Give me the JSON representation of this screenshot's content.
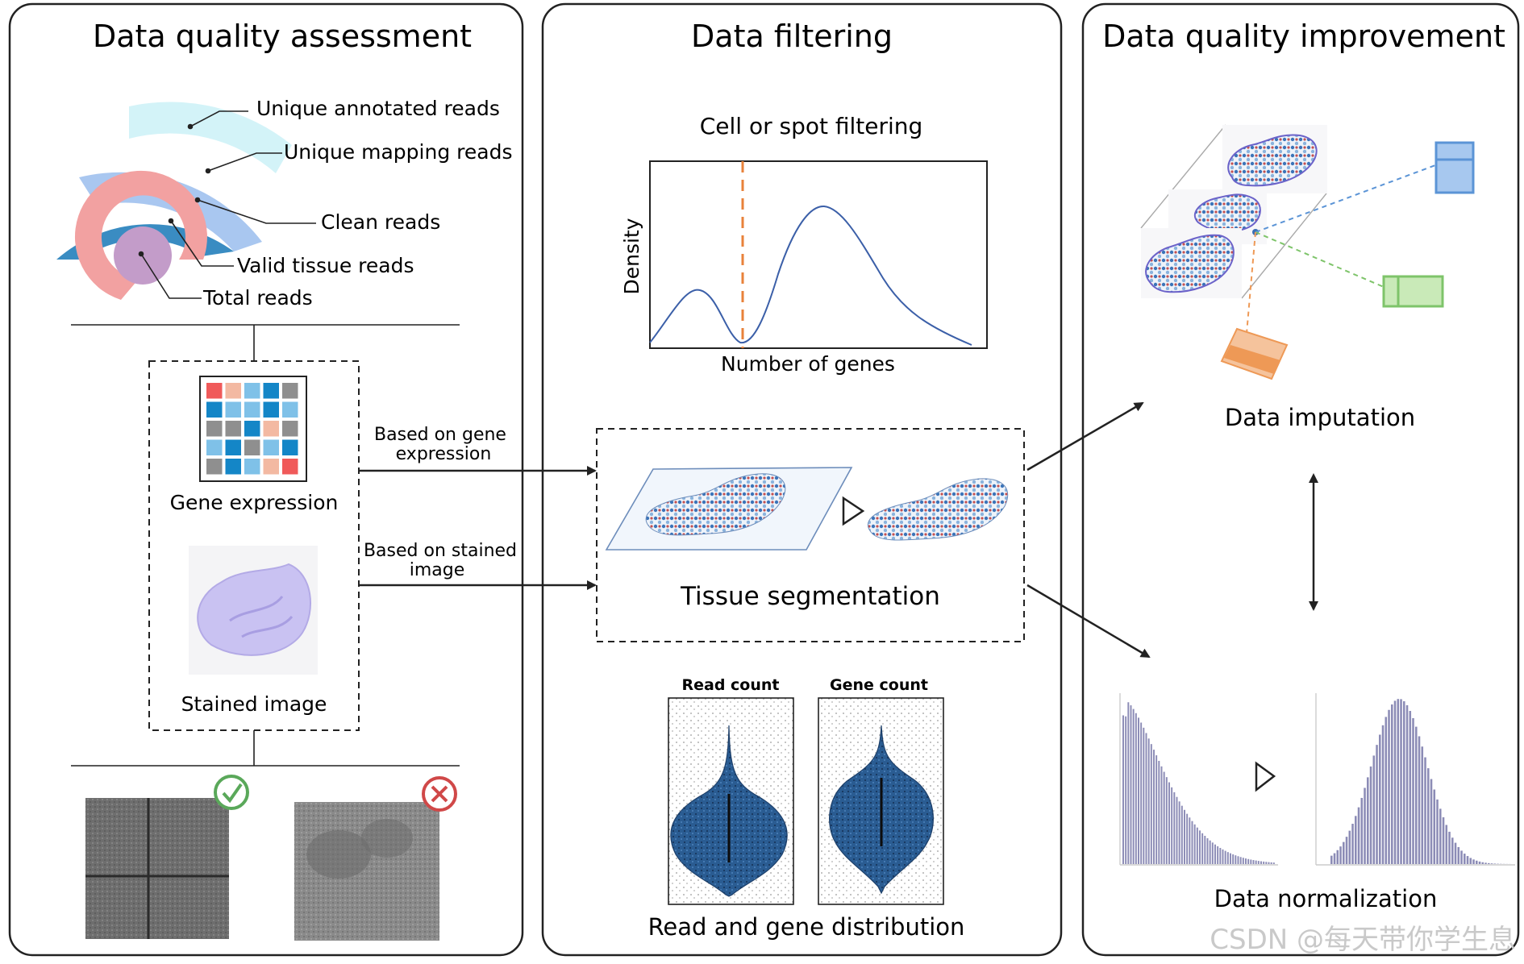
{
  "panels": {
    "assessment": {
      "title": "Data quality assessment",
      "reads": {
        "annotated": "Unique annotated reads",
        "mapping": "Unique mapping reads",
        "clean": "Clean reads",
        "valid": "Valid tissue reads",
        "total": "Total reads"
      },
      "gene_expression_label": "Gene expression",
      "stained_image_label": "Stained image",
      "heatmap_colors": [
        [
          "#f05a5a",
          "#f3b9a2",
          "#7fc1e8",
          "#1486c7",
          "#8f8f8f"
        ],
        [
          "#1486c7",
          "#7fc1e8",
          "#7fc1e8",
          "#1486c7",
          "#7fc1e8"
        ],
        [
          "#8f8f8f",
          "#8f8f8f",
          "#1486c7",
          "#f3b9a2",
          "#8f8f8f"
        ],
        [
          "#7fc1e8",
          "#1486c7",
          "#8f8f8f",
          "#7fc1e8",
          "#1486c7"
        ],
        [
          "#8f8f8f",
          "#1486c7",
          "#7fc1e8",
          "#f3b9a2",
          "#f05a5a"
        ]
      ],
      "quality_pass_icon": "check-circle-icon",
      "quality_fail_icon": "x-circle-icon"
    },
    "filtering": {
      "title": "Data filtering",
      "cell_filtering_title": "Cell or spot filtering",
      "density_label": "Density",
      "genes_label": "Number of genes",
      "tissue_segmentation_label": "Tissue segmentation",
      "read_count_label": "Read count",
      "gene_count_label": "Gene count",
      "distribution_label": "Read and gene distribution"
    },
    "improvement": {
      "title": "Data quality improvement",
      "imputation_label": "Data imputation",
      "normalization_label": "Data normalization"
    }
  },
  "arrows": {
    "gene_expression_label_line1": "Based on gene",
    "gene_expression_label_line2": "expression",
    "stained_image_label_line1": "Based on stained",
    "stained_image_label_line2": "image"
  },
  "watermark": "CSDN @每天带你学生息",
  "colors": {
    "annotated": "#d3f3f8",
    "mapping": "#a9c7f0",
    "clean": "#3a8cc2",
    "valid": "#f2a1a1",
    "total": "#c39cc9",
    "cutoff": "#e8823a",
    "violin": "#2a5c92",
    "imputation_blue": "#5b94d6",
    "imputation_green": "#7ec46a",
    "imputation_orange": "#ee9956",
    "histogram": "#8c8cb6"
  }
}
